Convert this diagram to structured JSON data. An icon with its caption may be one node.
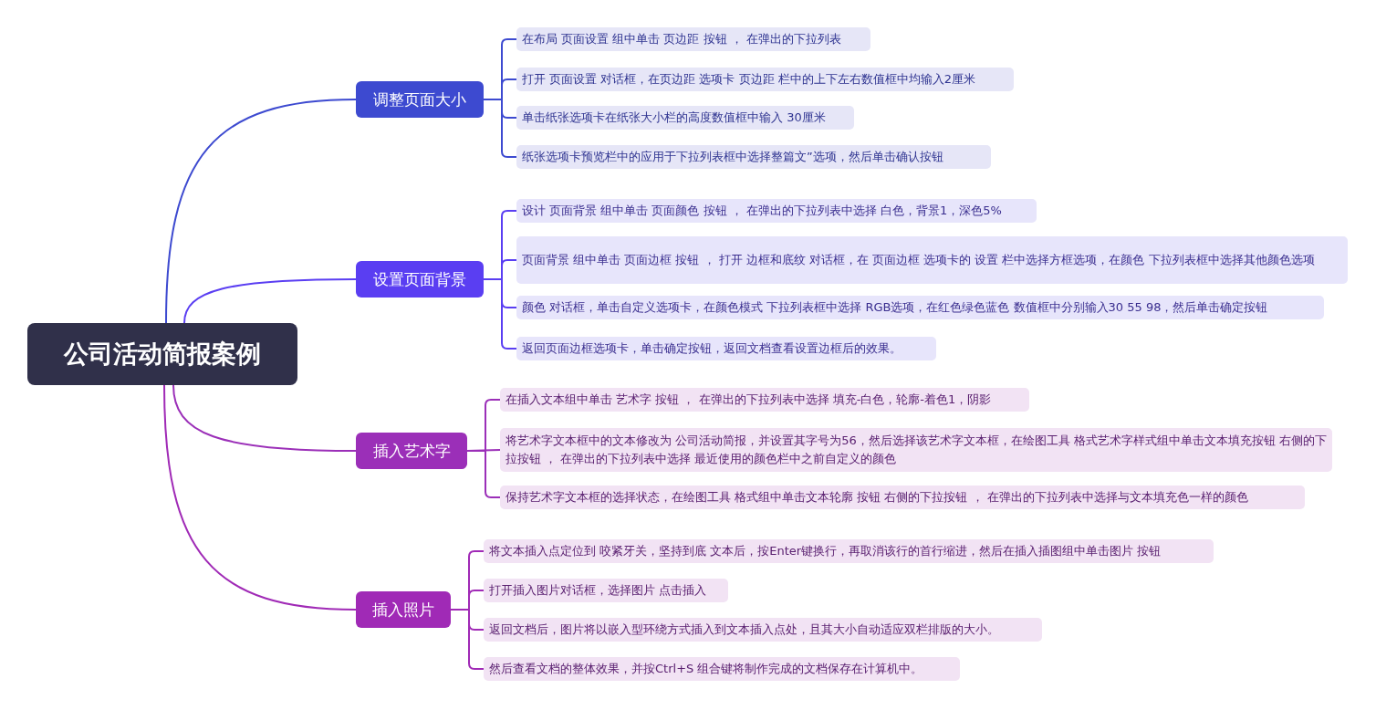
{
  "diagram": {
    "nodes": [
      {
        "text": [
          "公司活动简报案例"
        ]
      },
      {
        "text": [
          "调整页面大小"
        ]
      },
      {
        "text": [
          "在布局 页面设置  组中单击 页边距 按钮 ， 在弹出的下拉列表"
        ]
      },
      {
        "text": [
          "打开 页面设置 对话框，在页边距 选项卡 页边距 栏中的上下左右数值框中均输入2厘米"
        ]
      },
      {
        "text": [
          "单击纸张选项卡在纸张大小栏的高度数值框中输入 30厘米"
        ]
      },
      {
        "text": [
          "纸张选项卡预览栏中的应用于下拉列表框中选择整篇文”选项，然后单击确认按钮"
        ]
      },
      {
        "text": [
          "设置页面背景"
        ]
      },
      {
        "text": [
          "设计 页面背景 组中单击 页面颜色 按钮 ， 在弹出的下拉列表中选择 白色，背景1，深色5%"
        ]
      },
      {
        "text": [
          "页面背景 组中单击 页面边框 按钮 ， 打开 边框和底纹 对话框，在 页面边框 选项卡的 设置 栏中选择方框选项，在颜色 下拉列表框中选择其他颜色选项"
        ]
      },
      {
        "text": [
          "颜色 对话框，单击自定义选项卡，在颜色模式 下拉列表框中选择 RGB选项，在红色绿色蓝色 数值框中分别输入30 55 98，然后单击确定按钮"
        ]
      },
      {
        "text": [
          "返回页面边框选项卡，单击确定按钮，返回文档查看设置边框后的效果。"
        ]
      },
      {
        "text": [
          "插入艺术字"
        ]
      },
      {
        "text": [
          "在插入文本组中单击 艺术字 按钮 ， 在弹出的下拉列表中选择 填充-白色，轮廓-着色1，阴影"
        ]
      },
      {
        "text": [
          "将艺术字文本框中的文本修改为 公司活动简报，并设置其字号为56，然后选择该艺术字文本框，在绘图工具 格式艺术字样式组中单击文本填充按钮 右侧的下拉按钮 ， 在弹出的下拉列表中选择 最近使用的颜色栏中之前自定义的颜色"
        ]
      },
      {
        "text": [
          "保持艺术字文本框的选择状态，在绘图工具 格式组中单击文本轮廓 按钮 右侧的下拉按钮 ， 在弹出的下拉列表中选择与文本填充色一样的颜色"
        ]
      },
      {
        "text": [
          "插入照片"
        ]
      },
      {
        "text": [
          "将文本插入点定位到 咬紧牙关，坚持到底 文本后，按Enter键换行，再取消该行的首行缩进，然后在插入插图组中单击图片 按钮"
        ]
      },
      {
        "text": [
          "打开插入图片对话框，选择图片 点击插入"
        ]
      },
      {
        "text": [
          "返回文档后，图片将以嵌入型环绕方式插入到文本插入点处，且其大小自动适应双栏排版的大小。"
        ]
      },
      {
        "text": [
          "然后查看文档的整体效果，并按Ctrl+S 组合键将制作完成的文档保存在计算机中。"
        ]
      }
    ],
    "edges": [
      {
        "from": 0,
        "to": 1,
        "arrow": "none"
      },
      {
        "from": 1,
        "to": 2,
        "arrow": "none"
      },
      {
        "from": 1,
        "to": 3,
        "arrow": "none"
      },
      {
        "from": 1,
        "to": 4,
        "arrow": "none"
      },
      {
        "from": 1,
        "to": 5,
        "arrow": "none"
      },
      {
        "from": 0,
        "to": 6,
        "arrow": "none",
        "color": "#5a3ef2"
      },
      {
        "from": 6,
        "to": 7,
        "arrow": "none",
        "color": "#5a3ef2"
      },
      {
        "from": 6,
        "to": 8,
        "arrow": "none",
        "color": "#5a3ef2"
      },
      {
        "from": 6,
        "to": 9,
        "arrow": "none",
        "color": "#5a3ef2"
      },
      {
        "from": 6,
        "to": 10,
        "arrow": "none",
        "color": "#5a3ef2"
      },
      {
        "from": 0,
        "to": 11,
        "arrow": "none",
        "color": "#9b2fb8"
      },
      {
        "from": 11,
        "to": 12,
        "arrow": "none",
        "color": "#9b2fb8"
      },
      {
        "from": 11,
        "to": 13,
        "arrow": "none",
        "color": "#9b2fb8"
      },
      {
        "from": 11,
        "to": 14,
        "arrow": "none",
        "color": "#9b2fb8"
      },
      {
        "from": 0,
        "to": 15,
        "arrow": "none",
        "color": "#a02ab6"
      },
      {
        "from": 15,
        "to": 16,
        "arrow": "none",
        "color": "#a02ab6"
      },
      {
        "from": 15,
        "to": 17,
        "arrow": "none",
        "color": "#a02ab6"
      },
      {
        "from": 15,
        "to": 18,
        "arrow": "none",
        "color": "#a02ab6"
      },
      {
        "from": 15,
        "to": 19,
        "arrow": "none",
        "color": "#a02ab6"
      }
    ]
  }
}
